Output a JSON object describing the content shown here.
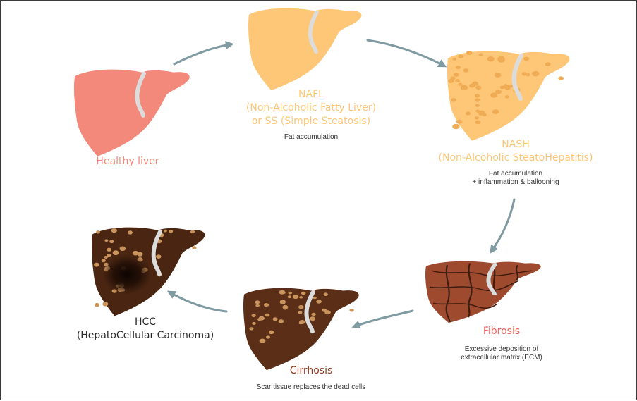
{
  "colors": {
    "healthy": "#f2897a",
    "fatty": "#fdc777",
    "fatty_dots": "#f0ac54",
    "fibrosis": "#9e4a2e",
    "fibrosis_lines": "#3f1c0f",
    "cirrhosis": "#5a2e17",
    "nodules": "#c9935c",
    "hcc": "#4a2612",
    "lobe_divider": "#dcdcdc",
    "arrow": "#7f9aa1",
    "label_fibrosis": "#e8635c",
    "label_cirrhosis": "#8d3c21",
    "label_hcc": "#2a2a2a"
  },
  "stages": {
    "healthy": {
      "title": "Healthy liver"
    },
    "nafl": {
      "title_lines": [
        "NAFL",
        "(Non-Alcoholic Fatty Liver)",
        "or SS (Simple Steatosis)"
      ],
      "description": "Fat accumulation"
    },
    "nash": {
      "title_lines": [
        "NASH",
        "(Non-Alcoholic SteatoHepatitis)"
      ],
      "description_lines": [
        "Fat accumulation",
        "+ inflammation & ballooning"
      ]
    },
    "fibrosis": {
      "title": "Fibrosis",
      "description_lines": [
        "Excessive deposition of",
        "extracellular matrix (ECM)"
      ]
    },
    "cirrhosis": {
      "title": "Cirrhosis",
      "description": "Scar tissue replaces the dead cells"
    },
    "hcc": {
      "title_lines": [
        "HCC",
        "(HepatoCellular Carcinoma)"
      ]
    }
  },
  "arrows": [
    "healthy-to-nafl",
    "nafl-to-nash",
    "nash-to-fibrosis",
    "fibrosis-to-cirrhosis",
    "cirrhosis-to-hcc"
  ]
}
